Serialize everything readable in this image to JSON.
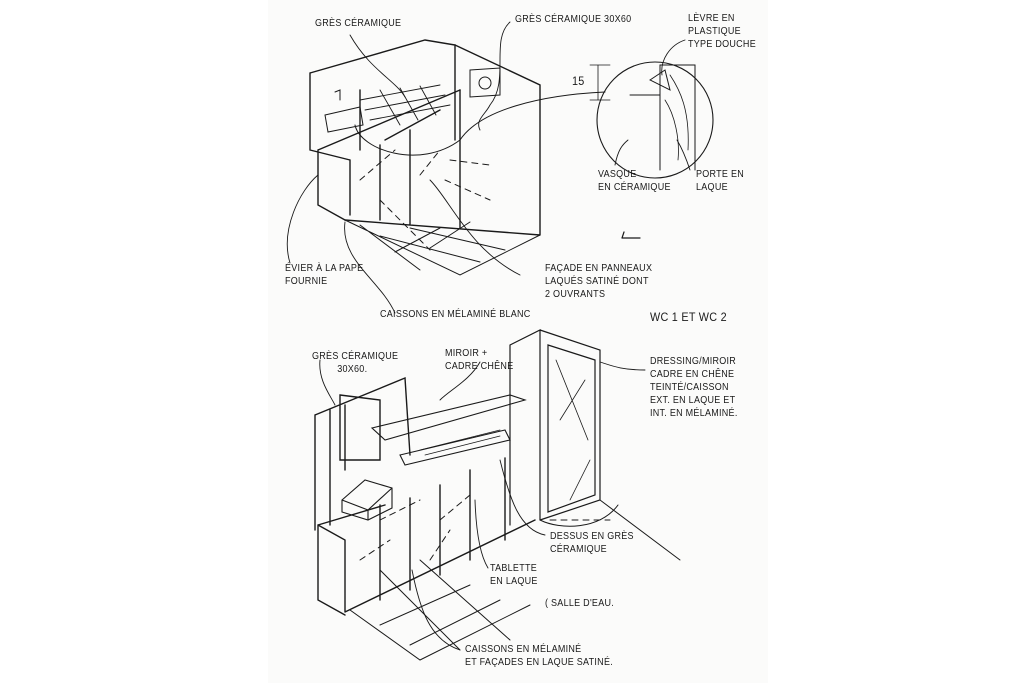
{
  "top_sketch": {
    "labels": {
      "wall_tile": "GRÈS CÉRAMIQUE",
      "wall_tile_size": "GRÈS CÉRAMIQUE 30X60",
      "lip": [
        "LÈVRE EN",
        "PLASTIQUE",
        "TYPE DOUCHE"
      ],
      "dimension": "15",
      "basin": [
        "VASQUE",
        "EN CÉRAMIQUE"
      ],
      "door": [
        "PORTE EN",
        "LAQUE"
      ],
      "sink": [
        "ÉVIER À LA PAPE",
        "FOURNIE"
      ],
      "facade": [
        "FAÇADE EN PANNEAUX",
        "LAQUÉS SATINÉ DONT",
        "2 OUVRANTS"
      ],
      "boxes": "CAISSONS EN MÉLAMINÉ BLANC"
    }
  },
  "title": "WC 1 ET WC 2",
  "bottom_sketch": {
    "labels": {
      "wall_tile": [
        "GRÈS CÉRAMIQUE",
        "30X60."
      ],
      "mirror": [
        "MIROIR +",
        "CADRE CHÊNE"
      ],
      "dressing": [
        "DRESSING/MIROIR",
        "CADRE EN CHÊNE",
        "TEINTÉ/CAISSON",
        "EXT. EN LAQUE ET",
        "INT. EN MÉLAMINÉ."
      ],
      "top": [
        "DESSUS EN GRÈS",
        "CÉRAMIQUE"
      ],
      "shelf": [
        "TABLETTE",
        "EN LAQUE"
      ],
      "room": "( SALLE D'EAU.",
      "boxes": [
        "CAISSONS EN MÉLAMINÉ",
        "ET FAÇADES EN LAQUE SATINÉ."
      ]
    }
  }
}
